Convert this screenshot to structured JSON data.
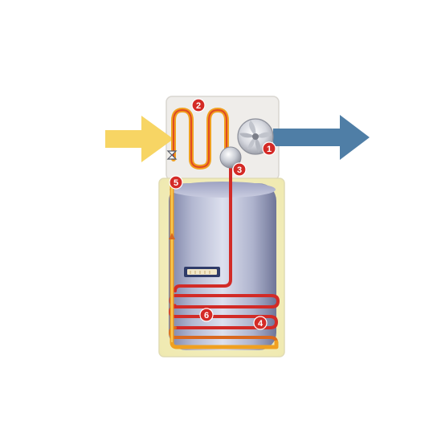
{
  "diagram": {
    "markers": [
      {
        "label": "1",
        "component": "fan"
      },
      {
        "label": "2",
        "component": "evaporator-coil"
      },
      {
        "label": "3",
        "component": "compressor"
      },
      {
        "label": "4",
        "component": "condenser-coil"
      },
      {
        "label": "5",
        "component": "expansion-valve"
      },
      {
        "label": "6",
        "component": "heating-coil"
      }
    ],
    "colors": {
      "inlet_arrow": "#f7d564",
      "outlet_arrow": "#4f7ea6",
      "hot_pipe": "#d22b27",
      "cold_pipe": "#f0a020",
      "marker": "#d42a26",
      "cabinet": "#f3f1ed",
      "tank": "#b9bed6"
    }
  }
}
